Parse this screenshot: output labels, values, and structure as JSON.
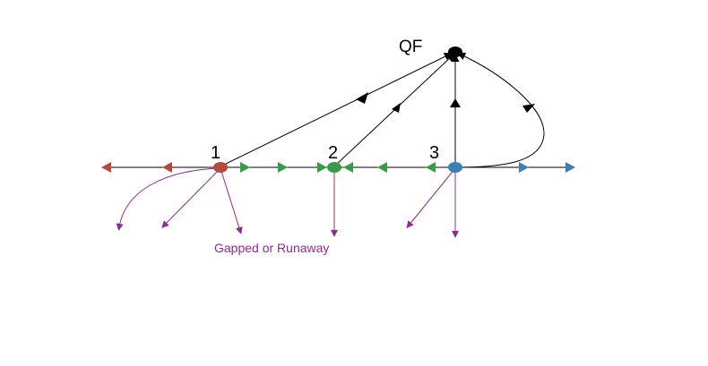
{
  "diagram": {
    "qf_label": "QF",
    "nodes": [
      {
        "id": "1",
        "label": "1",
        "color": "#b5493b"
      },
      {
        "id": "2",
        "label": "2",
        "color": "#3a9a4a"
      },
      {
        "id": "3",
        "label": "3",
        "color": "#3a7fb5"
      }
    ],
    "region_label": "Gapped or Runaway",
    "colors": {
      "line": "#000000",
      "qf_node": "#000000",
      "arrow_red": "#b5493b",
      "arrow_green": "#3a9a4a",
      "arrow_blue": "#3a7fb5",
      "flow_purple": "#8b2c8e"
    }
  }
}
